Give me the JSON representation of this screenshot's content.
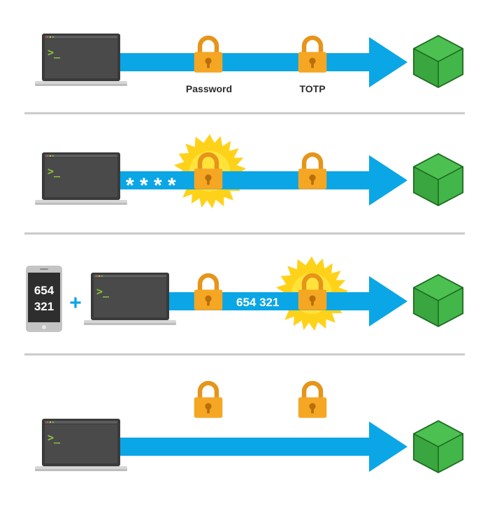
{
  "colors": {
    "arrow": "#0aa6e6",
    "lock_body": "#f5a623",
    "lock_shackle": "#e6951a",
    "lock_keyhole": "#b86e0a",
    "burst": "#ffd21a",
    "cube": "#43b649",
    "laptop_frame": "#3a3a3a",
    "laptop_screen": "#4a4a4a",
    "divider": "#c8c8c8",
    "prompt": "#8dc63f",
    "plus": "#0aa6e6"
  },
  "icons": [
    "laptop-icon",
    "terminal-prompt-icon",
    "padlock-icon",
    "server-cube-icon",
    "smartphone-icon",
    "plus-icon",
    "burst-highlight-icon"
  ],
  "rows": [
    {
      "name": "normal-login",
      "labels": {
        "password": "Password",
        "totp": "TOTP"
      }
    },
    {
      "name": "password-entered",
      "stars": "* * * *"
    },
    {
      "name": "totp-entered",
      "phone_code_line1": "654",
      "phone_code_line2": "321",
      "code_on_arrow": "654 321",
      "plus_symbol": "+"
    },
    {
      "name": "access-granted"
    }
  ],
  "prompt_symbol": ">_"
}
